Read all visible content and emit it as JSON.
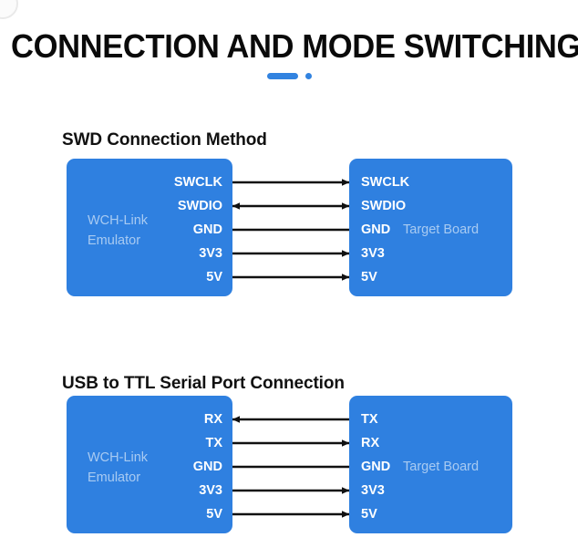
{
  "page": {
    "title": "CONNECTION AND MODE SWITCHING"
  },
  "pager": {
    "active_index": 0,
    "count": 2,
    "accent_color": "#3283e0"
  },
  "colors": {
    "board_blue": "#2f80e0",
    "pin_label": "#ffffff",
    "board_caption": "rgba(255,255,255,0.58)",
    "wire": "#111111",
    "heading": "#111111"
  },
  "sections": [
    {
      "heading": "SWD Connection Method",
      "left_board": {
        "caption": "WCH-Link\nEmulator",
        "pins": [
          "SWCLK",
          "SWDIO",
          "GND",
          "3V3",
          "5V"
        ]
      },
      "right_board": {
        "caption": "Target Board",
        "pins": [
          "SWCLK",
          "SWDIO",
          "GND",
          "3V3",
          "5V"
        ]
      },
      "connections": [
        {
          "from": "SWCLK",
          "to": "SWCLK",
          "direction": "right"
        },
        {
          "from": "SWDIO",
          "to": "SWDIO",
          "direction": "both"
        },
        {
          "from": "GND",
          "to": "GND",
          "direction": "none"
        },
        {
          "from": "3V3",
          "to": "3V3",
          "direction": "right"
        },
        {
          "from": "5V",
          "to": "5V",
          "direction": "right"
        }
      ]
    },
    {
      "heading": "USB to TTL Serial Port Connection",
      "left_board": {
        "caption": "WCH-Link\nEmulator",
        "pins": [
          "RX",
          "TX",
          "GND",
          "3V3",
          "5V"
        ]
      },
      "right_board": {
        "caption": "Target Board",
        "pins": [
          "TX",
          "RX",
          "GND",
          "3V3",
          "5V"
        ]
      },
      "connections": [
        {
          "from": "RX",
          "to": "TX",
          "direction": "left"
        },
        {
          "from": "TX",
          "to": "RX",
          "direction": "right"
        },
        {
          "from": "GND",
          "to": "GND",
          "direction": "none"
        },
        {
          "from": "3V3",
          "to": "3V3",
          "direction": "right"
        },
        {
          "from": "5V",
          "to": "5V",
          "direction": "right"
        }
      ]
    }
  ]
}
